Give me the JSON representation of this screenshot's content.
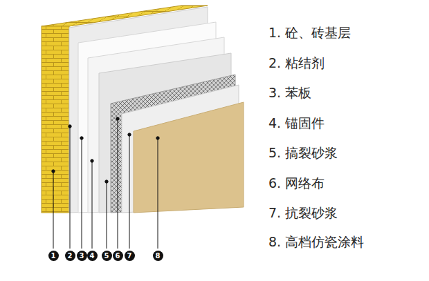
{
  "diagram": {
    "labels": [
      "1",
      "2",
      "3",
      "4",
      "5",
      "6",
      "7",
      "8",
      "1. 砼、砖基层",
      "2. 粘结剂",
      "3. 苯板",
      "4. 锚固件",
      "5. 搞裂砂浆",
      "6. 网络布",
      "7. 抗裂砂浆",
      "8. 高档仿瓷涂料"
    ]
  }
}
